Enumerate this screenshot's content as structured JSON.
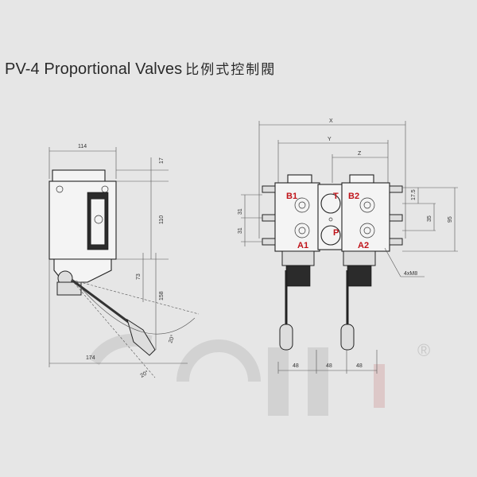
{
  "title": {
    "text": "PV-4 Proportional Valves",
    "chinese": "比例式控制閥"
  },
  "watermark": {
    "registered_mark": "®"
  },
  "left_view": {
    "dims": {
      "width_top": "114",
      "h_top": "17",
      "h_body": "110",
      "h_lower": "73",
      "h_total": "158",
      "width_bottom": "174",
      "angle_a": "20°",
      "angle_b": "20°"
    }
  },
  "right_view": {
    "dims": {
      "x": "X",
      "y": "Y",
      "z": "Z",
      "left_upper": "31",
      "left_lower": "31",
      "r_17_5": "17.5",
      "r_35": "35",
      "r_95": "95",
      "thread": "4xM8",
      "b1": "48",
      "b2": "48",
      "b3": "48"
    },
    "ports": {
      "b1": "B1",
      "b2": "B2",
      "a1": "A1",
      "a2": "A2",
      "t": "T",
      "p": "P"
    }
  }
}
